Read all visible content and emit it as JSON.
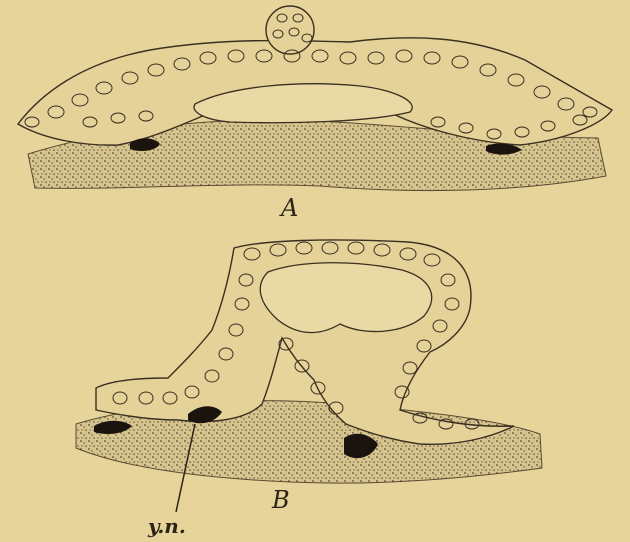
{
  "figure": {
    "panel_a_label": "A",
    "panel_b_label": "B",
    "annotation_label": "y.n.",
    "colors": {
      "background": "#e6d49b",
      "ink": "#2b2417",
      "yolk_nuclei": "#1b130d"
    }
  }
}
